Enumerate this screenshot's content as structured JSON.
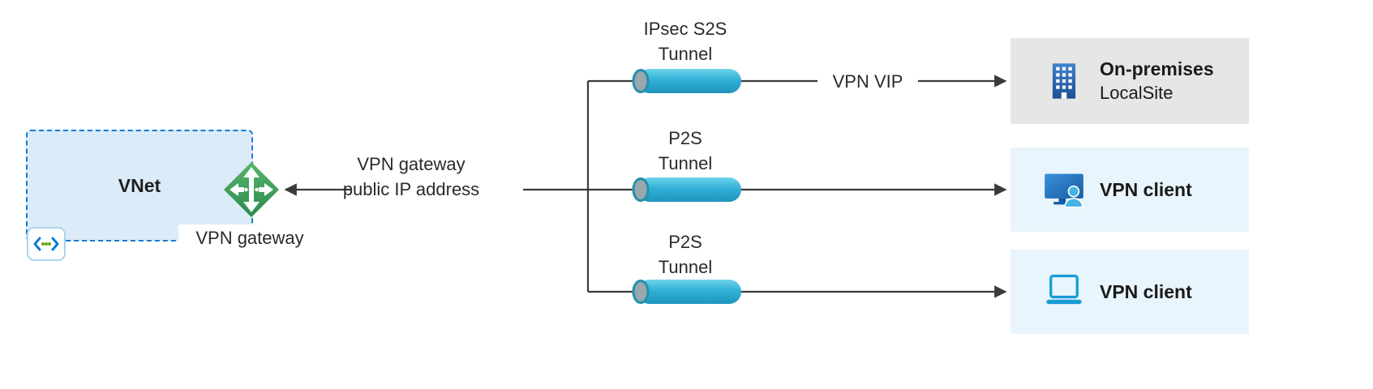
{
  "vnet": {
    "label": "VNet",
    "gateway_label": "VPN gateway"
  },
  "gateway_ip": {
    "line1": "VPN gateway",
    "line2": "public IP address"
  },
  "tunnels": [
    {
      "line1": "IPsec S2S",
      "line2": "Tunnel",
      "arrow_label": "VPN VIP"
    },
    {
      "line1": "P2S",
      "line2": "Tunnel"
    },
    {
      "line1": "P2S",
      "line2": "Tunnel"
    }
  ],
  "endpoints": [
    {
      "title": "On-premises",
      "subtitle": "LocalSite",
      "icon": "building-icon"
    },
    {
      "title": "VPN client",
      "subtitle": "",
      "icon": "desktop-user-icon"
    },
    {
      "title": "VPN client",
      "subtitle": "",
      "icon": "laptop-icon"
    }
  ],
  "colors": {
    "vnet_border": "#0f7bd4",
    "vnet_fill": "#dcebf8",
    "tunnel_cyan": "#31b0d8",
    "gateway_green": "#3f9e5d",
    "onprem_bg": "#e6e6e6",
    "client_bg": "#e8f5fc",
    "connector": "#3b3a39",
    "icon_blue": "#2a6fbb",
    "vnet_icon_green": "#69a820"
  }
}
